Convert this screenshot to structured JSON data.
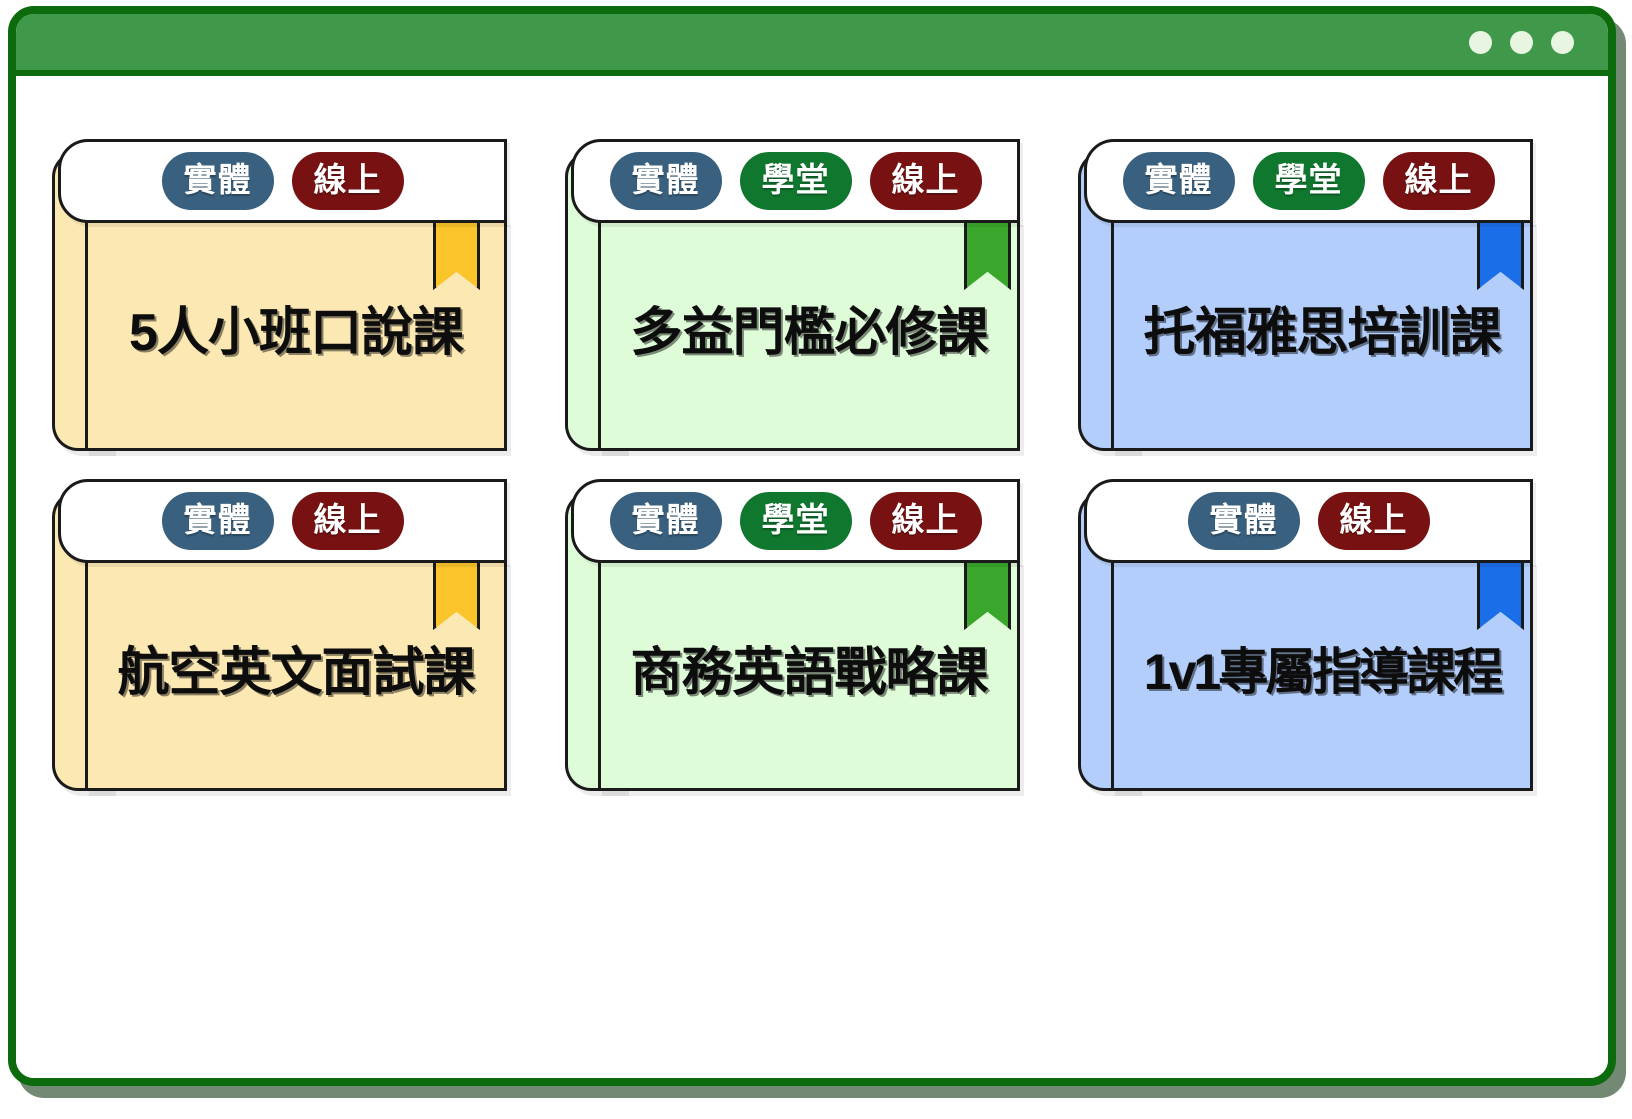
{
  "window": {
    "titlebar": {
      "dots": [
        "window-dot-1",
        "window-dot-2",
        "window-dot-3"
      ],
      "dot_color": "#E8F5E0",
      "bar_color": "#40994A",
      "frame_color": "#0C6B0C"
    }
  },
  "badge_colors": {
    "physical": "#39607E",
    "academy": "#10772F",
    "online": "#781212"
  },
  "theme_colors": {
    "yellow_body": "#FCE8B2",
    "yellow_bookmark": "#FBC42B",
    "green_body": "#DFFCD9",
    "green_bookmark": "#3AA62B",
    "blue_body": "#B3CEFB",
    "blue_bookmark": "#1A6EE8"
  },
  "cards": [
    {
      "title": "5人小班口說課",
      "badges": [
        {
          "label": "實體",
          "kind": "physical"
        },
        {
          "label": "線上",
          "kind": "online"
        }
      ],
      "body_color": "#FCE8B2",
      "bookmark_color": "#FBC42B",
      "bookmark_edge": false,
      "tight": false
    },
    {
      "title": "多益門檻必修課",
      "badges": [
        {
          "label": "實體",
          "kind": "physical"
        },
        {
          "label": "學堂",
          "kind": "academy"
        },
        {
          "label": "線上",
          "kind": "online"
        }
      ],
      "body_color": "#DFFCD9",
      "bookmark_color": "#3AA62B",
      "bookmark_edge": true,
      "tight": false
    },
    {
      "title": "托福雅思培訓課",
      "badges": [
        {
          "label": "實體",
          "kind": "physical"
        },
        {
          "label": "學堂",
          "kind": "academy"
        },
        {
          "label": "線上",
          "kind": "online"
        }
      ],
      "body_color": "#B3CEFB",
      "bookmark_color": "#1A6EE8",
      "bookmark_edge": true,
      "tight": false
    },
    {
      "title": "航空英文面試課",
      "badges": [
        {
          "label": "實體",
          "kind": "physical"
        },
        {
          "label": "線上",
          "kind": "online"
        }
      ],
      "body_color": "#FCE8B2",
      "bookmark_color": "#FBC42B",
      "bookmark_edge": false,
      "tight": false
    },
    {
      "title": "商務英語戰略課",
      "badges": [
        {
          "label": "實體",
          "kind": "physical"
        },
        {
          "label": "學堂",
          "kind": "academy"
        },
        {
          "label": "線上",
          "kind": "online"
        }
      ],
      "body_color": "#DFFCD9",
      "bookmark_color": "#3AA62B",
      "bookmark_edge": true,
      "tight": false
    },
    {
      "title": "1v1專屬指導課程",
      "badges": [
        {
          "label": "實體",
          "kind": "physical"
        },
        {
          "label": "線上",
          "kind": "online"
        }
      ],
      "body_color": "#B3CEFB",
      "bookmark_color": "#1A6EE8",
      "bookmark_edge": true,
      "tight": true
    }
  ]
}
